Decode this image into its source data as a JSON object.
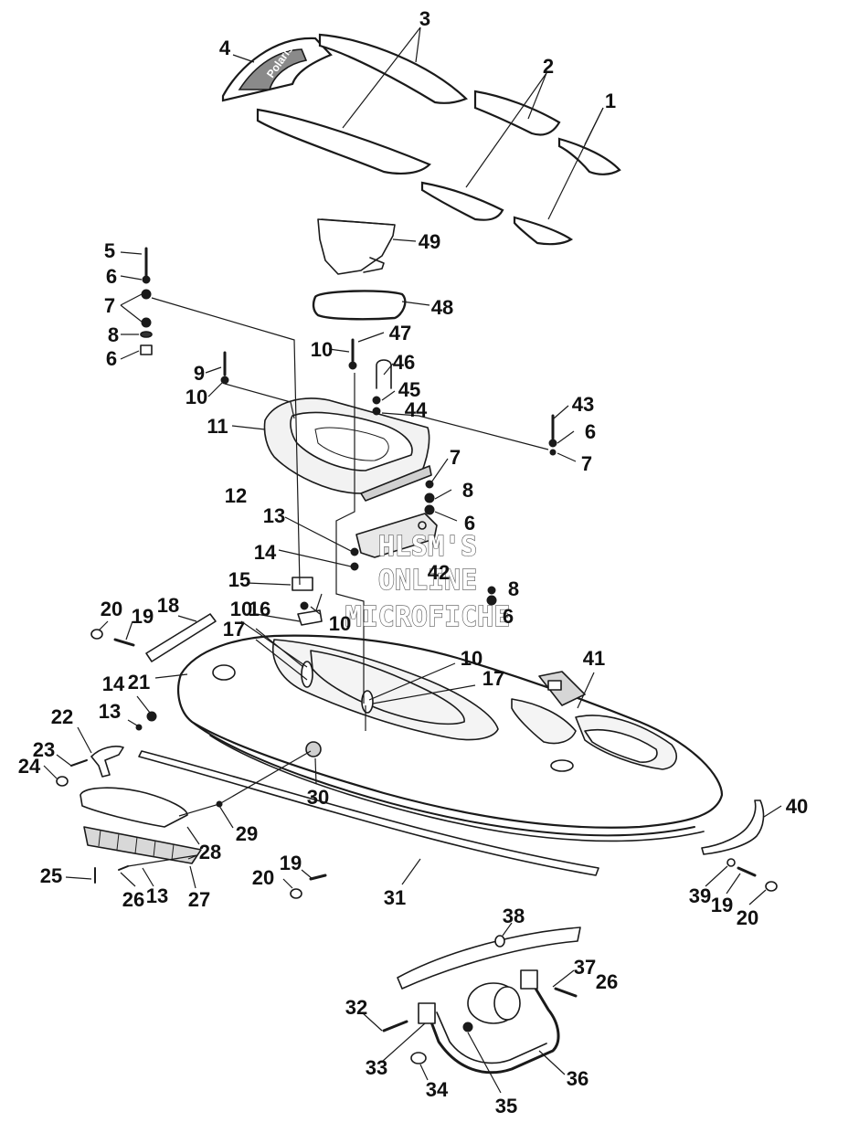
{
  "diagram": {
    "callouts": [
      {
        "id": "c1",
        "label": "1"
      },
      {
        "id": "c2",
        "label": "2"
      },
      {
        "id": "c3",
        "label": "3"
      },
      {
        "id": "c4",
        "label": "4"
      },
      {
        "id": "c5",
        "label": "5"
      },
      {
        "id": "c6a",
        "label": "6"
      },
      {
        "id": "c7a",
        "label": "7"
      },
      {
        "id": "c8a",
        "label": "8"
      },
      {
        "id": "c6b",
        "label": "6"
      },
      {
        "id": "c9",
        "label": "9"
      },
      {
        "id": "c10a",
        "label": "10"
      },
      {
        "id": "c10b",
        "label": "10"
      },
      {
        "id": "c47",
        "label": "47"
      },
      {
        "id": "c46",
        "label": "46"
      },
      {
        "id": "c45",
        "label": "45"
      },
      {
        "id": "c44",
        "label": "44"
      },
      {
        "id": "c43",
        "label": "43"
      },
      {
        "id": "c6c",
        "label": "6"
      },
      {
        "id": "c7c",
        "label": "7"
      },
      {
        "id": "c11",
        "label": "11"
      },
      {
        "id": "c7b",
        "label": "7"
      },
      {
        "id": "c8b",
        "label": "8"
      },
      {
        "id": "c6d",
        "label": "6"
      },
      {
        "id": "c12",
        "label": "12"
      },
      {
        "id": "c13a",
        "label": "13"
      },
      {
        "id": "c14a",
        "label": "14"
      },
      {
        "id": "c42",
        "label": "42"
      },
      {
        "id": "c8c",
        "label": "8"
      },
      {
        "id": "c6e",
        "label": "6"
      },
      {
        "id": "c15",
        "label": "15"
      },
      {
        "id": "c10c",
        "label": "10"
      },
      {
        "id": "c16",
        "label": "16"
      },
      {
        "id": "c10d",
        "label": "10"
      },
      {
        "id": "c20a",
        "label": "20"
      },
      {
        "id": "c19a",
        "label": "19"
      },
      {
        "id": "c18",
        "label": "18"
      },
      {
        "id": "c17a",
        "label": "17"
      },
      {
        "id": "c10e",
        "label": "10"
      },
      {
        "id": "c17b",
        "label": "17"
      },
      {
        "id": "c41",
        "label": "41"
      },
      {
        "id": "c21",
        "label": "21"
      },
      {
        "id": "c14b",
        "label": "14"
      },
      {
        "id": "c13b",
        "label": "13"
      },
      {
        "id": "c22",
        "label": "22"
      },
      {
        "id": "c23",
        "label": "23"
      },
      {
        "id": "c24",
        "label": "24"
      },
      {
        "id": "c30",
        "label": "30"
      },
      {
        "id": "c29",
        "label": "29"
      },
      {
        "id": "c28",
        "label": "28"
      },
      {
        "id": "c25",
        "label": "25"
      },
      {
        "id": "c26a",
        "label": "26"
      },
      {
        "id": "c13c",
        "label": "13"
      },
      {
        "id": "c27",
        "label": "27"
      },
      {
        "id": "c19b",
        "label": "19"
      },
      {
        "id": "c20b",
        "label": "20"
      },
      {
        "id": "c31",
        "label": "31"
      },
      {
        "id": "c40",
        "label": "40"
      },
      {
        "id": "c39",
        "label": "39"
      },
      {
        "id": "c19c",
        "label": "19"
      },
      {
        "id": "c20c",
        "label": "20"
      },
      {
        "id": "c38",
        "label": "38"
      },
      {
        "id": "c37",
        "label": "37"
      },
      {
        "id": "c26b",
        "label": "26"
      },
      {
        "id": "c32",
        "label": "32"
      },
      {
        "id": "c33",
        "label": "33"
      },
      {
        "id": "c34",
        "label": "34"
      },
      {
        "id": "c35",
        "label": "35"
      },
      {
        "id": "c36",
        "label": "36"
      },
      {
        "id": "c49",
        "label": "49"
      },
      {
        "id": "c48",
        "label": "48"
      }
    ],
    "watermark": [
      "HLSM'S",
      "ONLINE",
      "MICROFICHE"
    ],
    "logo_text": "Polaris"
  }
}
